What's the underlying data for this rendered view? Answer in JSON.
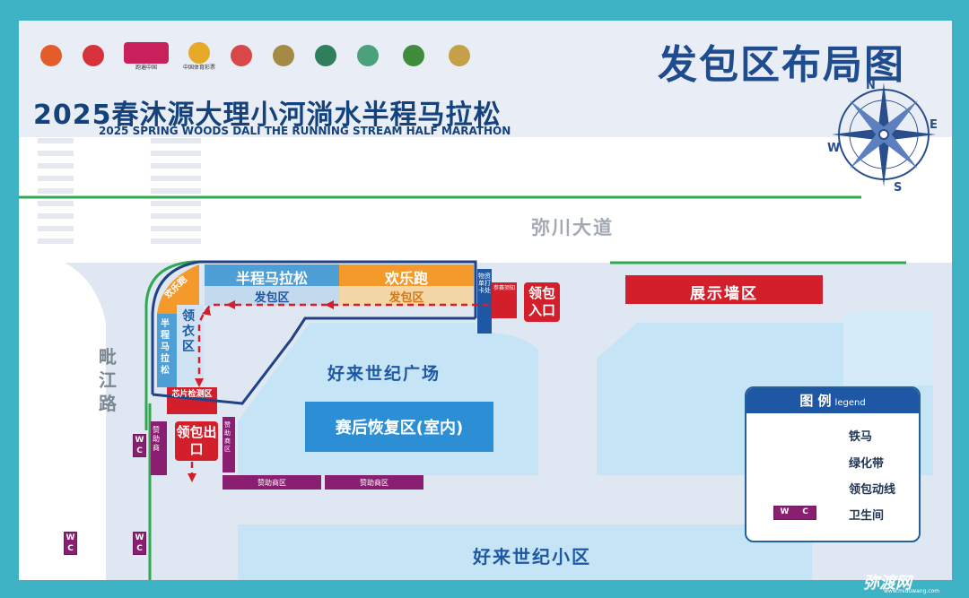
{
  "header": {
    "title_cn": "2025春沐源大理小河淌水半程马拉松",
    "title_en": "2025 SPRING WOODS DALI THE RUNNING STREAM HALF MARATHON",
    "map_title": "发包区布局图"
  },
  "logos": {
    "paoyou": "跑遍中国",
    "lottery": "中国体育彩票"
  },
  "compass": {
    "n": "N",
    "e": "E",
    "w": "W",
    "s": "S"
  },
  "roads": {
    "mi_chuan": "弥川大道",
    "pi_jiang": "毗江路"
  },
  "zones": {
    "half_marathon": "半程马拉松",
    "fun_run": "欢乐跑",
    "pickup": "发包区",
    "clothing_pickup": "领衣区",
    "material_desk": "物资单打卡处",
    "entry_notice": "参赛须知",
    "pickup_entrance": "领包入口",
    "pickup_exit": "领包出口",
    "chip_check": "芯片检测区",
    "exhibition_wall": "展示墙区",
    "plaza": "好来世纪广场",
    "recovery": "赛后恢复区(室内)",
    "community": "好来世纪小区",
    "sponsor": "赞助商",
    "sponsor_area": "赞助商区"
  },
  "legend": {
    "title": "图 例",
    "title_en": "legend",
    "fence": "铁马",
    "greenbelt": "绿化带",
    "route": "领包动线",
    "restroom": "卫生间",
    "wc_w": "W",
    "wc_c": "C"
  },
  "colors": {
    "frame": "#3fb3c6",
    "title_blue": "#14427c",
    "half_marathon_blue": "#4d9fd6",
    "fun_run_orange": "#f39a2a",
    "alert_red": "#d21f2b",
    "sponsor_purple": "#8a1f72",
    "greenbelt_green": "#2fa84f",
    "fence_navy": "#1f4386"
  },
  "watermark": {
    "text": "弥渡网",
    "url": "www.miduwang.com"
  }
}
